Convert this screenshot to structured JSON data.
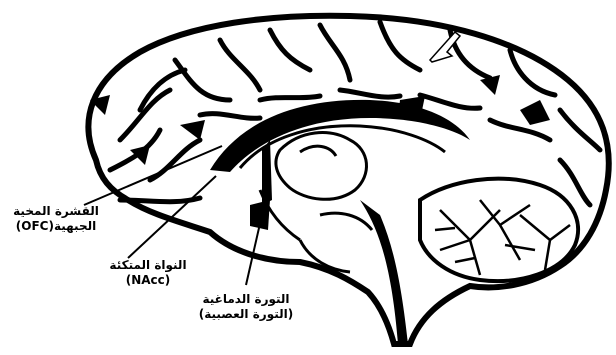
{
  "diagram": {
    "type": "brain-sagittal-section",
    "stroke_color": "#000000",
    "background_color": "#ffffff",
    "labels": {
      "ofc": {
        "line1": "القشرة المخية",
        "line2": "الجبهية(OFC)"
      },
      "nacc": {
        "line1": "النواة المتكئة",
        "line2": "(NAcc)"
      },
      "thalamus": {
        "line1": "التورة الدماغية",
        "line2": "(التورة العصبية)"
      }
    }
  }
}
